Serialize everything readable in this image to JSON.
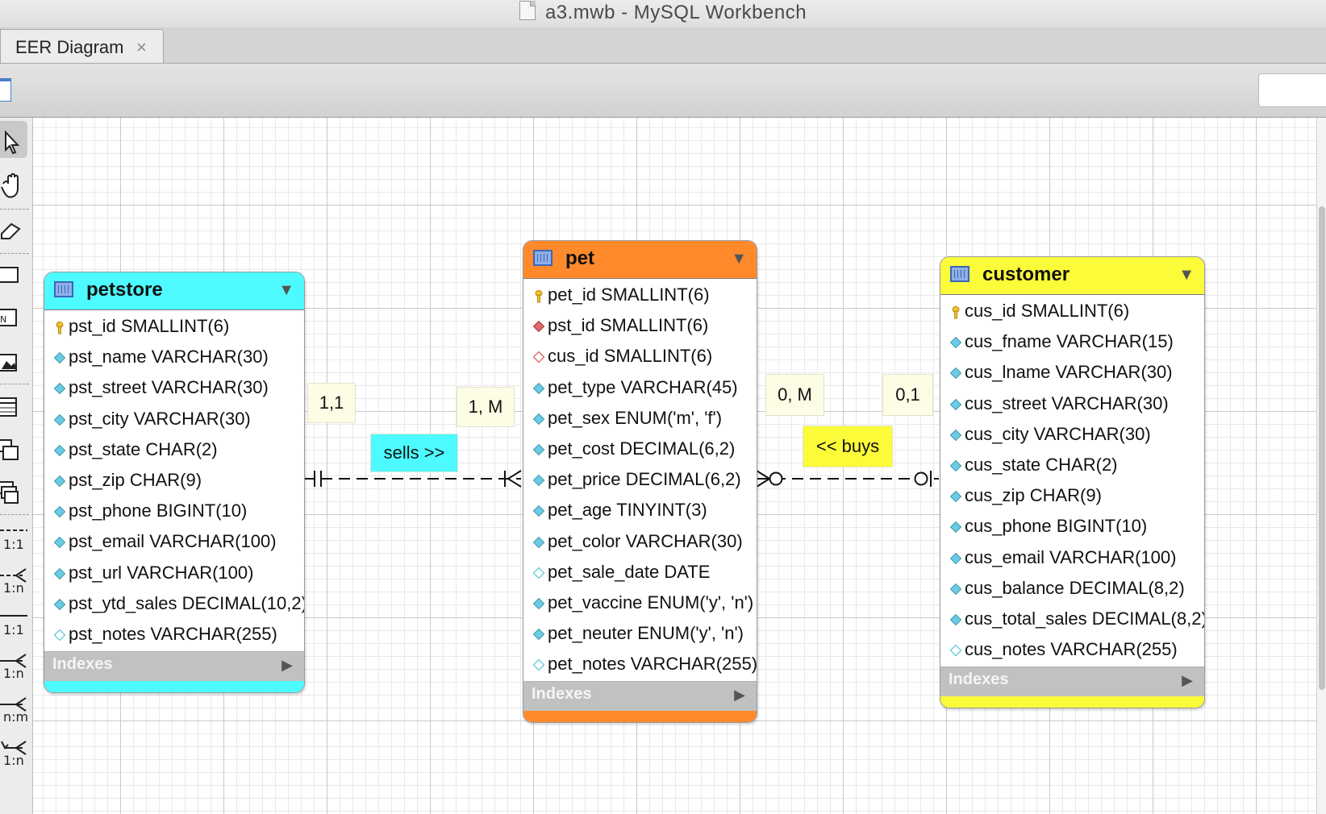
{
  "window": {
    "title": "a3.mwb - MySQL Workbench"
  },
  "tabs": [
    {
      "label": "EER Diagram",
      "close": "×"
    }
  ],
  "palette": {
    "tools": [
      "arrow-pointer-icon",
      "hand-pan-icon",
      "eraser-icon",
      "layer-icon",
      "text-note-icon",
      "image-icon",
      "table-icon",
      "view-icon",
      "routine-group-icon"
    ],
    "relationships": [
      "1:1",
      "1:n",
      "1:1",
      "1:n",
      "n:m",
      "1:n"
    ]
  },
  "colors": {
    "petstore": "#4dfaff",
    "pet": "#ff8a2c",
    "customer": "#fbfb3a",
    "sells_note": "#4dfaff",
    "buys_note": "#fbfb3a",
    "cardinality_note": "#fdfde6",
    "canvas": "#ffffff",
    "pk_key": "#f3c230",
    "fk_diamond": "#e06a6a",
    "column_diamond": "#6ccbe0"
  },
  "entities": {
    "petstore": {
      "name": "petstore",
      "collapse": "▼",
      "indexes_label": "Indexes",
      "indexes_arrow": "▶",
      "columns": [
        {
          "text": "pst_id SMALLINT(6)",
          "icon": "key-icon"
        },
        {
          "text": "pst_name VARCHAR(30)",
          "icon": "diamond-filled-icon"
        },
        {
          "text": "pst_street VARCHAR(30)",
          "icon": "diamond-filled-icon"
        },
        {
          "text": "pst_city VARCHAR(30)",
          "icon": "diamond-filled-icon"
        },
        {
          "text": "pst_state CHAR(2)",
          "icon": "diamond-filled-icon"
        },
        {
          "text": "pst_zip CHAR(9)",
          "icon": "diamond-filled-icon"
        },
        {
          "text": "pst_phone BIGINT(10)",
          "icon": "diamond-filled-icon"
        },
        {
          "text": "pst_email VARCHAR(100)",
          "icon": "diamond-filled-icon"
        },
        {
          "text": "pst_url VARCHAR(100)",
          "icon": "diamond-filled-icon"
        },
        {
          "text": "pst_ytd_sales DECIMAL(10,2)",
          "icon": "diamond-filled-icon"
        },
        {
          "text": "pst_notes VARCHAR(255)",
          "icon": "diamond-outline-icon"
        }
      ]
    },
    "pet": {
      "name": "pet",
      "collapse": "▼",
      "indexes_label": "Indexes",
      "indexes_arrow": "▶",
      "columns": [
        {
          "text": "pet_id SMALLINT(6)",
          "icon": "key-icon"
        },
        {
          "text": "pst_id SMALLINT(6)",
          "icon": "foreign-key-diamond-icon"
        },
        {
          "text": "cus_id SMALLINT(6)",
          "icon": "foreign-key-outline-icon"
        },
        {
          "text": "pet_type VARCHAR(45)",
          "icon": "diamond-filled-icon"
        },
        {
          "text": "pet_sex ENUM('m', 'f')",
          "icon": "diamond-filled-icon"
        },
        {
          "text": "pet_cost DECIMAL(6,2)",
          "icon": "diamond-filled-icon"
        },
        {
          "text": "pet_price DECIMAL(6,2)",
          "icon": "diamond-filled-icon"
        },
        {
          "text": "pet_age TINYINT(3)",
          "icon": "diamond-filled-icon"
        },
        {
          "text": "pet_color VARCHAR(30)",
          "icon": "diamond-filled-icon"
        },
        {
          "text": "pet_sale_date DATE",
          "icon": "diamond-outline-icon"
        },
        {
          "text": "pet_vaccine ENUM('y', 'n')",
          "icon": "diamond-filled-icon"
        },
        {
          "text": "pet_neuter ENUM('y', 'n')",
          "icon": "diamond-filled-icon"
        },
        {
          "text": "pet_notes VARCHAR(255)",
          "icon": "diamond-outline-icon"
        }
      ]
    },
    "customer": {
      "name": "customer",
      "collapse": "▼",
      "indexes_label": "Indexes",
      "indexes_arrow": "▶",
      "columns": [
        {
          "text": "cus_id SMALLINT(6)",
          "icon": "key-icon"
        },
        {
          "text": "cus_fname VARCHAR(15)",
          "icon": "diamond-filled-icon"
        },
        {
          "text": "cus_lname VARCHAR(30)",
          "icon": "diamond-filled-icon"
        },
        {
          "text": "cus_street VARCHAR(30)",
          "icon": "diamond-filled-icon"
        },
        {
          "text": "cus_city VARCHAR(30)",
          "icon": "diamond-filled-icon"
        },
        {
          "text": "cus_state CHAR(2)",
          "icon": "diamond-filled-icon"
        },
        {
          "text": "cus_zip CHAR(9)",
          "icon": "diamond-filled-icon"
        },
        {
          "text": "cus_phone BIGINT(10)",
          "icon": "diamond-filled-icon"
        },
        {
          "text": "cus_email VARCHAR(100)",
          "icon": "diamond-filled-icon"
        },
        {
          "text": "cus_balance DECIMAL(8,2)",
          "icon": "diamond-filled-icon"
        },
        {
          "text": "cus_total_sales DECIMAL(8,2)",
          "icon": "diamond-filled-icon"
        },
        {
          "text": "cus_notes VARCHAR(255)",
          "icon": "diamond-outline-icon"
        }
      ]
    }
  },
  "notes": {
    "petstore_cardinality": "1,1",
    "pet_sells_cardinality": "1, M",
    "sells": "sells >>",
    "pet_buys_cardinality": "0, M",
    "customer_cardinality": "0,1",
    "buys": "<< buys"
  },
  "relationships": [
    {
      "from": "petstore",
      "to": "pet",
      "type": "identifying-one-to-many",
      "notation": "mandatory-one to one-or-many"
    },
    {
      "from": "customer",
      "to": "pet",
      "type": "non-identifying-one-to-many",
      "notation": "optional-one to zero-or-many"
    }
  ]
}
